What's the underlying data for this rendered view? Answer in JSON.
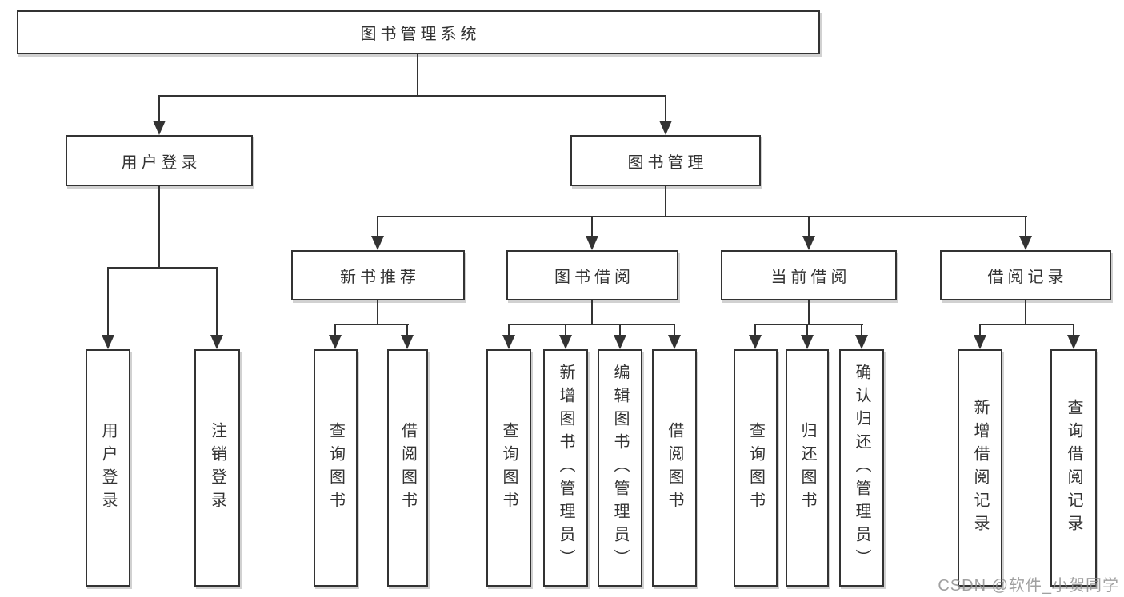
{
  "tree": {
    "label": "图书管理系统",
    "children": [
      {
        "label": "用户登录",
        "children": [
          {
            "label": "用户登录"
          },
          {
            "label": "注销登录"
          }
        ]
      },
      {
        "label": "图书管理",
        "children": [
          {
            "label": "新书推荐",
            "children": [
              {
                "label": "查询图书"
              },
              {
                "label": "借阅图书"
              }
            ]
          },
          {
            "label": "图书借阅",
            "children": [
              {
                "label": "查询图书"
              },
              {
                "label": "新增图书（管理员）"
              },
              {
                "label": "编辑图书（管理员）"
              },
              {
                "label": "借阅图书"
              }
            ]
          },
          {
            "label": "当前借阅",
            "children": [
              {
                "label": "查询图书"
              },
              {
                "label": "归还图书"
              },
              {
                "label": "确认归还（管理员）"
              }
            ]
          },
          {
            "label": "借阅记录",
            "children": [
              {
                "label": "新增借阅记录"
              },
              {
                "label": "查询借阅记录"
              }
            ]
          }
        ]
      }
    ]
  },
  "watermark": "CSDN @软件_小贺同学",
  "colors": {
    "line": "#333333",
    "text": "#333333",
    "box_background": "#ffffff",
    "page_background": "#ffffff",
    "watermark": "#8f8f8f"
  }
}
